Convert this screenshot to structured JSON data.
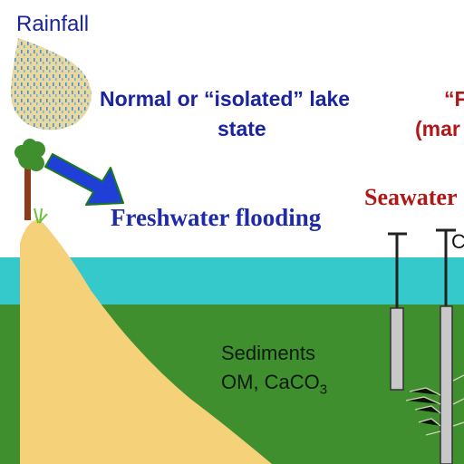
{
  "labels": {
    "rainfall": "Rainfall",
    "normal_state_line1": "Normal or “isolated” lake",
    "normal_state_line2": "state",
    "right_state_line1": "“F",
    "right_state_line2": "(mar",
    "freshwater_flooding": "Freshwater flooding",
    "seawater": "Seawater",
    "pole_label": "C",
    "sediments_line1": "Sediments",
    "sediments_line2_prefix": "OM, CaCO",
    "sediments_subscript": "3"
  },
  "colors": {
    "rain_drop": "#e9d9a0",
    "rain_streaks": "#4a90c8",
    "tree_leaves": "#3f8f2f",
    "tree_trunk": "#8b3a1a",
    "grass": "#6cbf3a",
    "hill": "#f5d27a",
    "lake": "#36c9cc",
    "sediment": "#3f8f2f",
    "arrow_fill": "#1f3fd6",
    "arrow_stroke": "#1a7a1a",
    "navy_text": "#1a23a0",
    "freshwater_text": "#1f2aa8",
    "red_text": "#b01818",
    "pole": "#c8c8c8"
  }
}
